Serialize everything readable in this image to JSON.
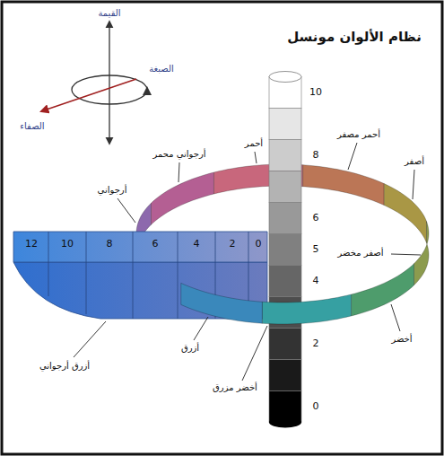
{
  "diagram": {
    "title": "نظام الألوان مونسل",
    "labels": [
      "القيمة",
      "الصبغة",
      "الصفاء",
      "أرجواني محمر",
      "أحمر",
      "أحمر مصفر",
      "أصفر",
      "أصفر مخضر",
      "أخضر",
      "أخضر مزرق",
      "أزرق",
      "أزرق أرجواني",
      "أرجواني",
      "10",
      "8",
      "6",
      "5",
      "4",
      "2",
      "0",
      "12",
      "10",
      "8",
      "6",
      "4",
      "2",
      "0"
    ]
  }
}
